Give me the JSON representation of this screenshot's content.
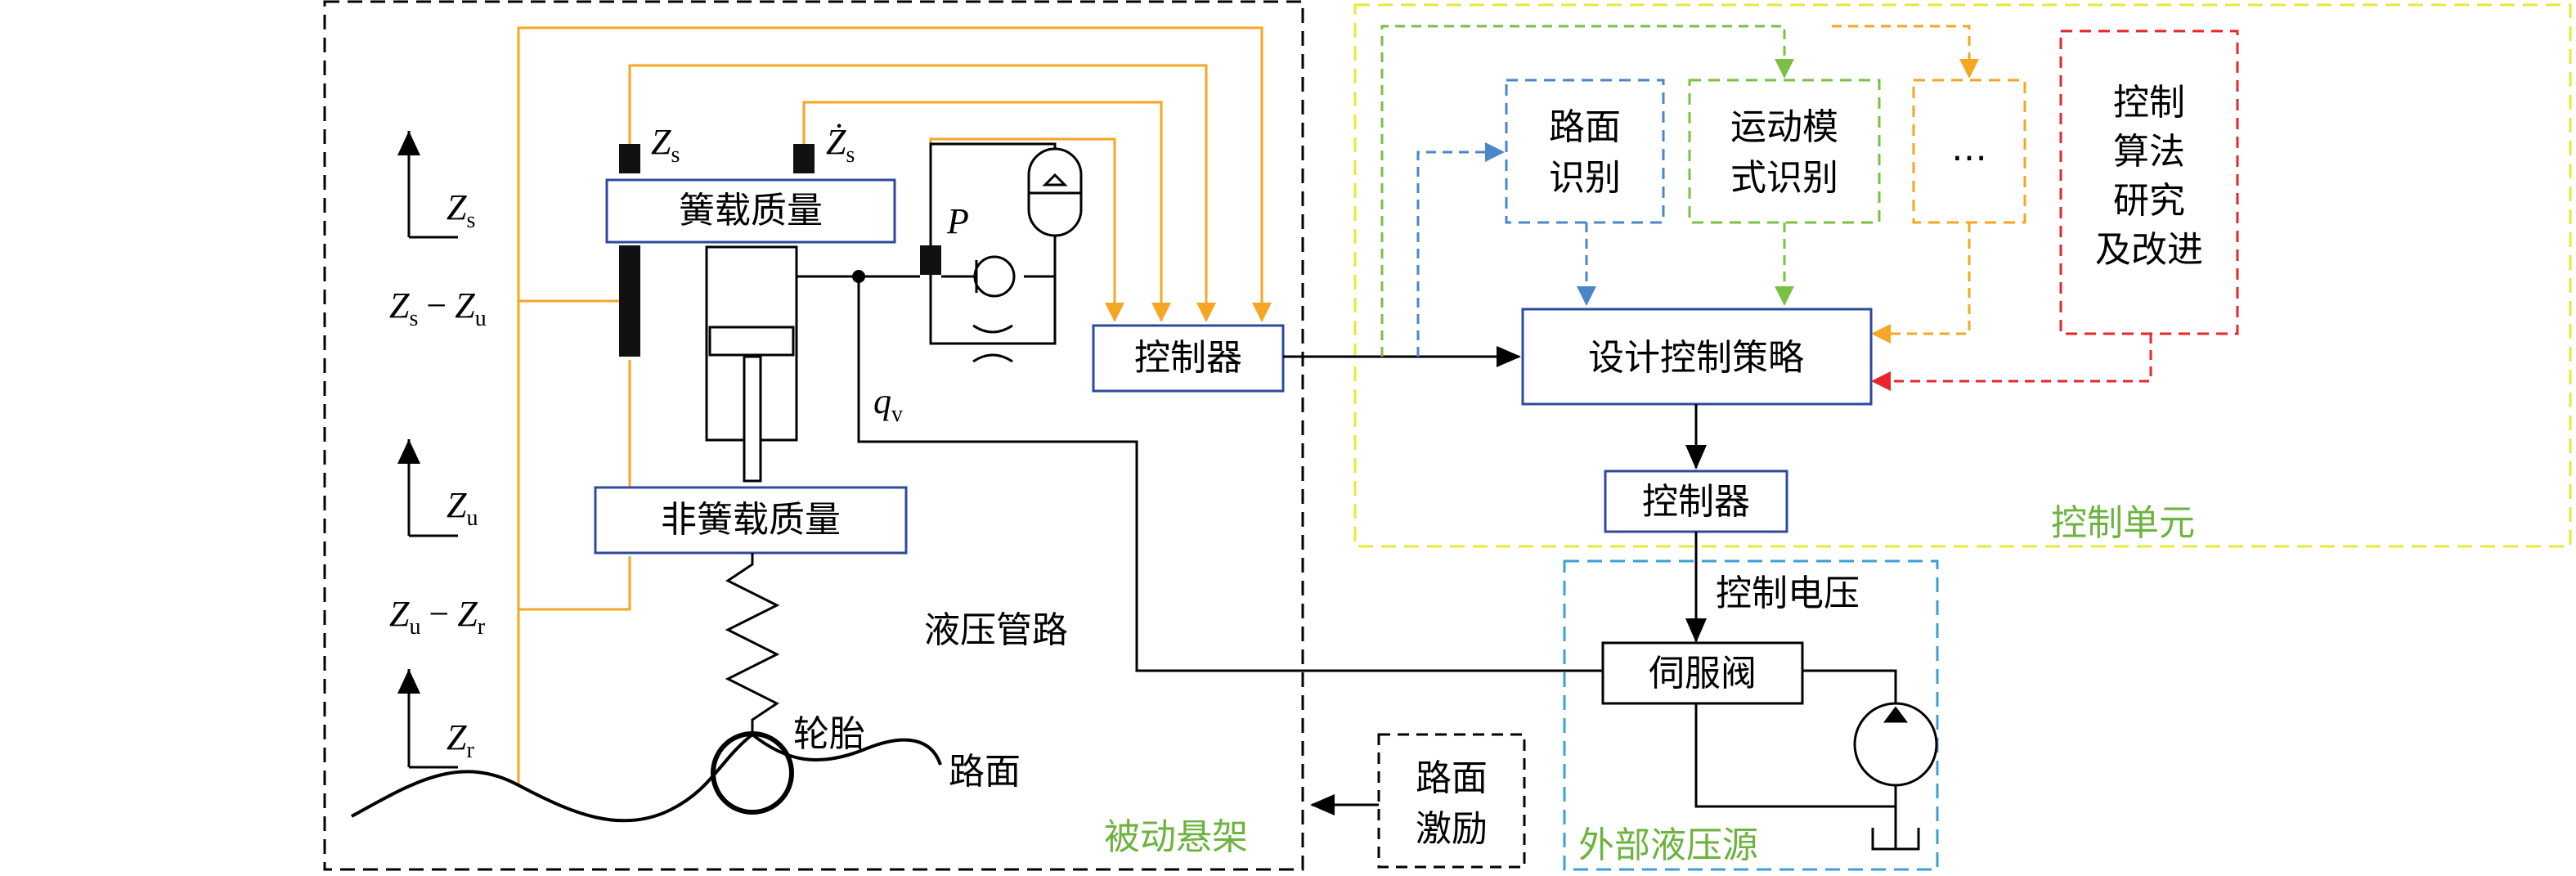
{
  "colors": {
    "black": "#000000",
    "orange": "#F5A623",
    "green": "#7AC143",
    "yellow": "#E8E83A",
    "blue_dash": "#4A86C8",
    "cyan_dash": "#3BA0D8",
    "red": "#E8262A",
    "box_blue": "#2E4A9E",
    "label_green": "#6DB33F"
  },
  "passive_suspension": {
    "region_label": "被动悬架",
    "sprung_mass": "簧载质量",
    "unsprung_mass": "非簧载质量",
    "controller": "控制器",
    "hydraulic_line": "液压管路",
    "tire": "轮胎",
    "road": "路面",
    "sensor_p": "P",
    "qv": {
      "base": "q",
      "sub": "v"
    }
  },
  "coords": {
    "zs": {
      "base": "Z",
      "sub": "s"
    },
    "zu": {
      "base": "Z",
      "sub": "u"
    },
    "zr": {
      "base": "Z",
      "sub": "r"
    },
    "zs_minus_zu": {
      "a": "Z",
      "a_sub": "s",
      "op": "−",
      "b": "Z",
      "b_sub": "u"
    },
    "zu_minus_zr": {
      "a": "Z",
      "a_sub": "u",
      "op": "−",
      "b": "Z",
      "b_sub": "r"
    },
    "sensor_zs": {
      "base": "Z",
      "sub": "s"
    },
    "sensor_zs_dot": {
      "base": "Ż",
      "sub": "s"
    }
  },
  "control_unit": {
    "region_label": "控制单元",
    "road_id": [
      "路面",
      "识别"
    ],
    "motion_id": [
      "运动模",
      "式识别"
    ],
    "ellipsis": "…",
    "algo": [
      "控制",
      "算法",
      "研究",
      "及改进"
    ],
    "design": "设计控制策略",
    "controller": "控制器"
  },
  "hydraulic_source": {
    "region_label": "外部液压源",
    "control_voltage": "控制电压",
    "servo_valve": "伺服阀"
  },
  "road_excitation": [
    "路面",
    "激励"
  ]
}
